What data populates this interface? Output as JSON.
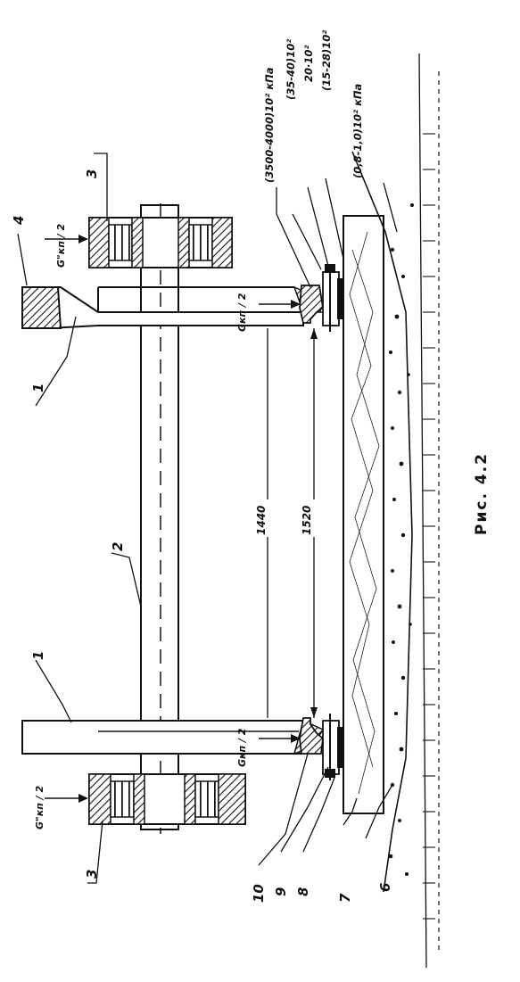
{
  "figure": {
    "caption": "Рис. 4.2"
  },
  "parts": {
    "wheel_top": "1",
    "wheel_bottom": "1",
    "axle": "2",
    "bearing_top": "3",
    "bearing_bottom": "3",
    "wheel_rim": "4",
    "ballast": "6",
    "sleeper": "7",
    "fastening_8": "8",
    "fastening_9": "9",
    "rail": "10"
  },
  "dimensions": {
    "inner_distance": "1440",
    "gauge": "1520"
  },
  "loads": {
    "g_rim_top": "G\"кп / 2",
    "g_rim_bottom": "G\"кп / 2",
    "g_rail_top": "Gкп / 2",
    "g_rail_bottom": "Gкп / 2"
  },
  "stresses": {
    "rail_head": "(3500-4000)10² кПа",
    "pad": "(35-40)10²",
    "plate": "20·10²",
    "sleeper": "(15-28)10²",
    "ballast": "(0,8-1,0)10² кПа"
  }
}
